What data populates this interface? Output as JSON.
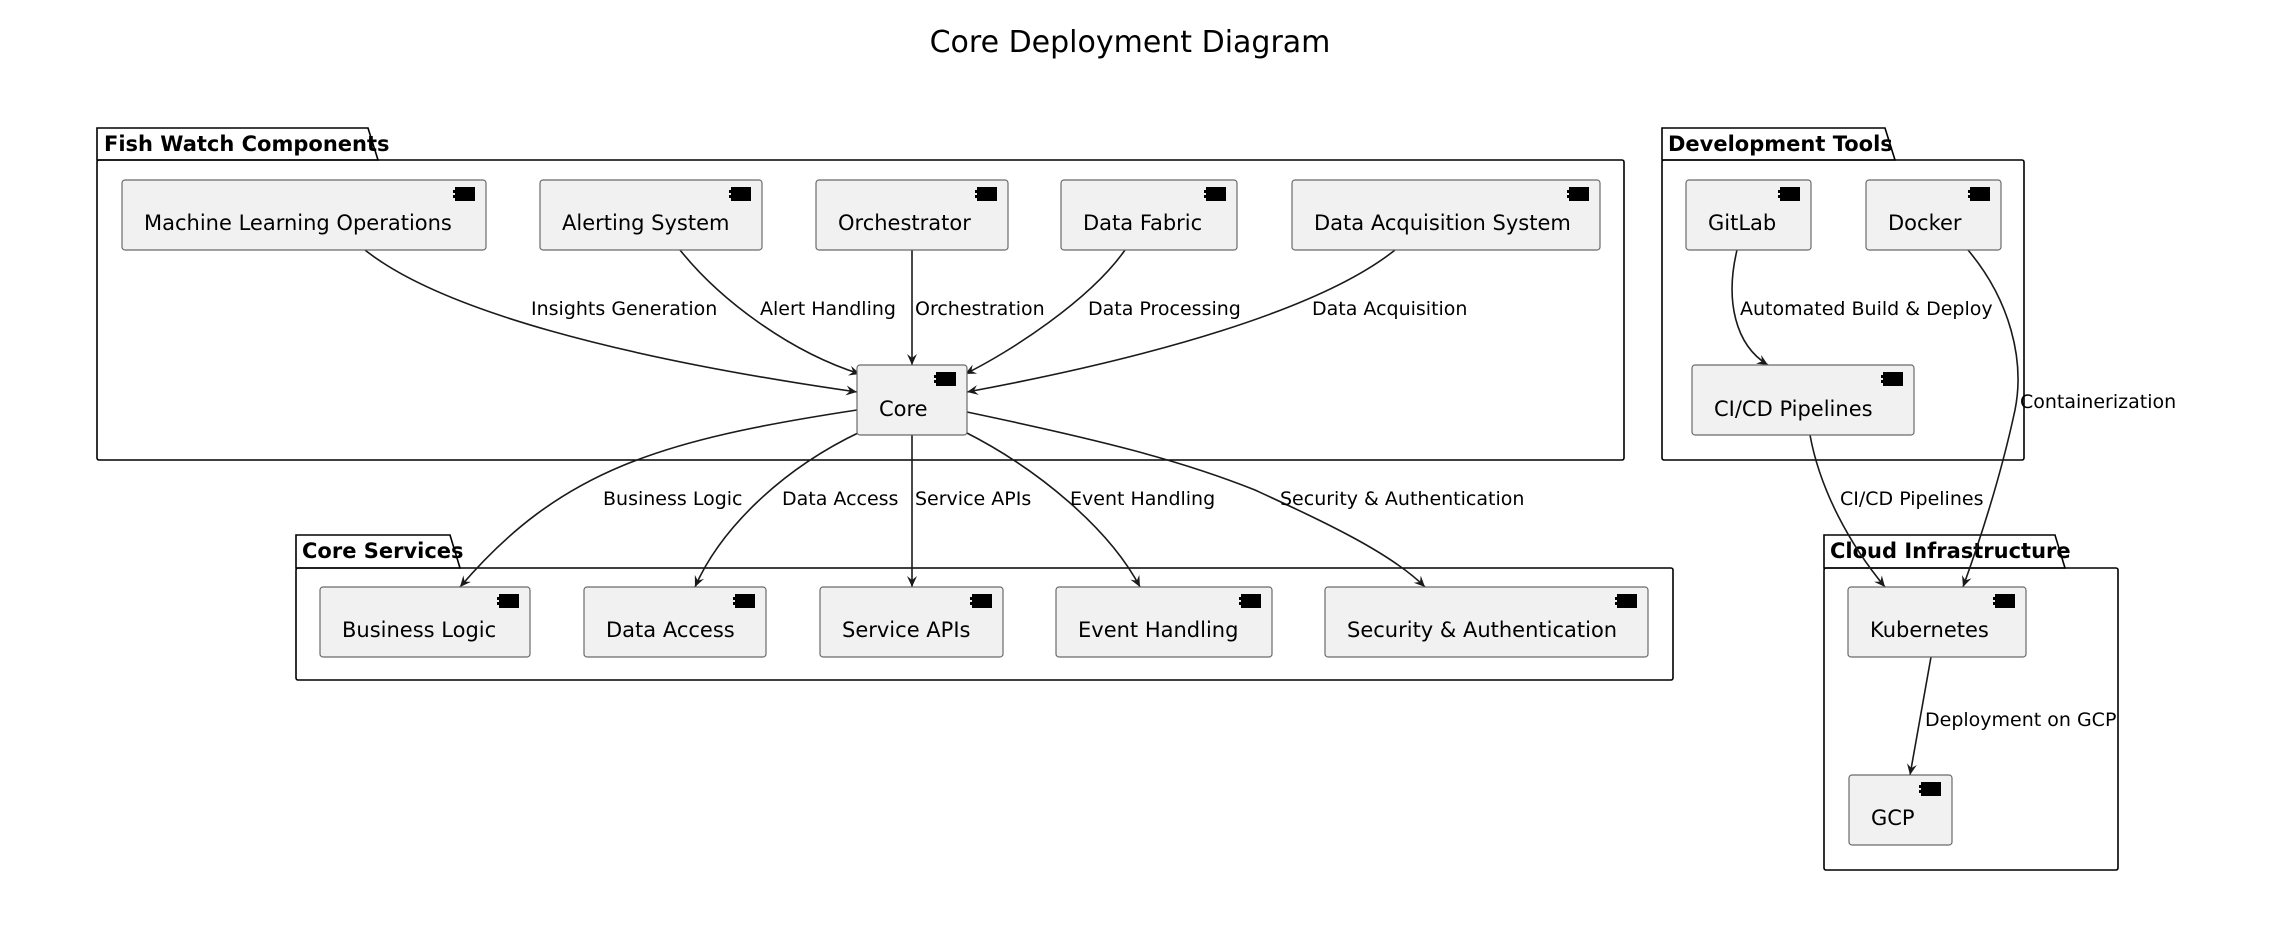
{
  "diagram": {
    "title": "Core Deployment Diagram",
    "packages": {
      "fish_watch": "Fish Watch Components",
      "core_services": "Core Services",
      "dev_tools": "Development Tools",
      "cloud": "Cloud Infrastructure"
    },
    "components": {
      "mlops": "Machine Learning Operations",
      "alerting": "Alerting System",
      "orchestrator": "Orchestrator",
      "data_fabric": "Data Fabric",
      "daq": "Data Acquisition System",
      "core": "Core",
      "business_logic": "Business Logic",
      "data_access": "Data Access",
      "service_apis": "Service APIs",
      "event_handling": "Event Handling",
      "security": "Security & Authentication",
      "gitlab": "GitLab",
      "docker": "Docker",
      "cicd": "CI/CD Pipelines",
      "kubernetes": "Kubernetes",
      "gcp": "GCP"
    },
    "edges": {
      "insights": "Insights Generation",
      "alert_handling": "Alert Handling",
      "orchestration": "Orchestration",
      "data_processing": "Data Processing",
      "data_acquisition": "Data Acquisition",
      "business_logic": "Business Logic",
      "data_access": "Data Access",
      "service_apis": "Service APIs",
      "event_handling": "Event Handling",
      "security": "Security & Authentication",
      "build_deploy": "Automated Build & Deploy",
      "containerization": "Containerization",
      "cicd": "CI/CD Pipelines",
      "deploy_gcp": "Deployment on GCP"
    }
  }
}
